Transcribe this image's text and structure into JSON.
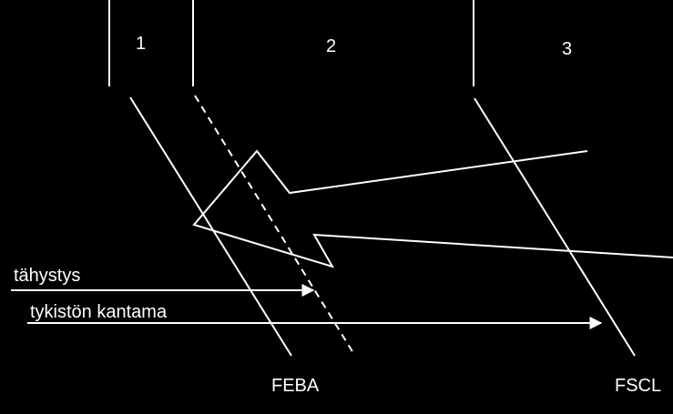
{
  "colors": {
    "background": "#000000",
    "line": "#ffffff"
  },
  "zones": [
    {
      "id": "zone-1",
      "label": "1"
    },
    {
      "id": "zone-2",
      "label": "2"
    },
    {
      "id": "zone-3",
      "label": "3"
    }
  ],
  "arrows": {
    "observation": {
      "label": "tähystys"
    },
    "artillery_range": {
      "label": "tykistön kantama"
    }
  },
  "lines": {
    "feba": {
      "label": "FEBA"
    },
    "fscl": {
      "label": "FSCL"
    }
  }
}
